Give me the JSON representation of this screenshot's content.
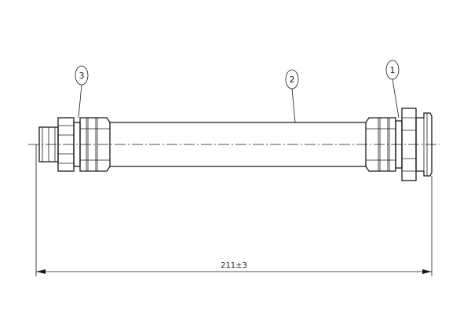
{
  "callouts": [
    {
      "label": "3"
    },
    {
      "label": "2"
    },
    {
      "label": "1"
    }
  ],
  "dimension": {
    "text": "211±3"
  }
}
